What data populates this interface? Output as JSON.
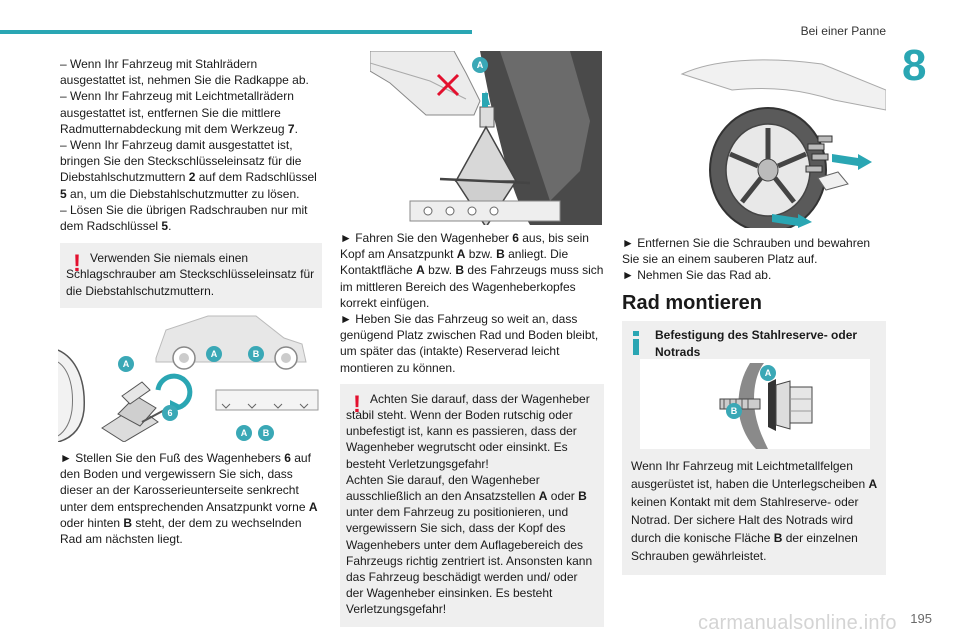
{
  "header": {
    "section_title": "Bei einer Panne",
    "chapter": "8"
  },
  "page_number": "195",
  "watermark": "carmanualsonline.info",
  "col1": {
    "p1": "– Wenn Ihr Fahrzeug mit Stahlrädern ausgestattet ist, nehmen Sie die Radkappe ab.",
    "p2a": "– Wenn Ihr Fahrzeug mit Leichtmetallrädern ausgestattet ist, entfernen Sie die mittlere Radmutternabdeckung mit dem Werkzeug ",
    "p2b": "7",
    "p2c": ".",
    "p3a": "– Wenn Ihr Fahrzeug damit ausgestattet ist, bringen Sie den Steckschlüsseleinsatz für die Diebstahlschutzmuttern ",
    "p3b": "2",
    "p3c": " auf dem Radschlüssel ",
    "p3d": "5",
    "p3e": " an, um die Diebstahlschutzmutter zu lösen.",
    "p4a": "– Lösen Sie die übrigen Radschrauben nur mit dem Radschlüssel ",
    "p4b": "5",
    "p4c": ".",
    "warning": "Verwenden Sie niemals einen Schlagschrauber am Steckschlüsseleinsatz für die Diebstahlschutzmuttern.",
    "s1a": "► Stellen Sie den Fuß des Wagenhebers ",
    "s1b": "6",
    "s1c": " auf den Boden und vergewissern Sie sich, dass dieser an der Karosserieunterseite senkrecht unter dem entsprechenden Ansatzpunkt vorne ",
    "s1d": "A",
    "s1e": " oder hinten ",
    "s1f": "B",
    "s1g": " steht, der dem zu wechselnden Rad am nächsten liegt."
  },
  "col2": {
    "s2a": "► Fahren Sie den Wagenheber ",
    "s2b": "6",
    "s2c": " aus, bis sein Kopf am Ansatzpunkt ",
    "s2d": "A",
    "s2e": " bzw. ",
    "s2f": "B",
    "s2g": " anliegt. Die Kontaktfläche ",
    "s2h": "A",
    "s2i": " bzw. ",
    "s2j": "B",
    "s2k": " des Fahrzeugs muss sich im mittleren Bereich des Wagenheberkopfes korrekt einfügen.",
    "s3": "► Heben Sie das Fahrzeug so weit an, dass genügend Platz zwischen Rad und Boden bleibt, um später das (intakte) Reserverad leicht montieren zu können.",
    "w1": "Achten Sie darauf, dass der Wagenheber stabil steht. Wenn der Boden rutschig oder unbefestigt ist, kann es passieren, dass der Wagenheber wegrutscht oder einsinkt. Es besteht Verletzungsgefahr!",
    "w2a": "Achten Sie darauf, den Wagenheber ausschließlich an den Ansatzstellen ",
    "w2b": "A",
    "w2c": " oder ",
    "w2d": "B",
    "w2e": " unter dem Fahrzeug zu positionieren, und vergewissern Sie sich, dass der Kopf des Wagenhebers unter dem Auflagebereich des Fahrzeugs richtig zentriert ist. Ansonsten kann das Fahrzeug beschädigt werden und/ oder der Wagenheber einsinken. Es besteht Verletzungsgefahr!"
  },
  "col3": {
    "s4": "► Entfernen Sie die Schrauben und bewahren Sie sie an einem sauberen Platz auf.",
    "s5": "► Nehmen Sie das Rad ab.",
    "heading": "Rad montieren",
    "info_title": "Befestigung des Stahlreserve- oder Notrads",
    "info_a": "Wenn Ihr Fahrzeug mit Leichtmetallfelgen ausgerüstet ist, haben die Unterlegscheiben ",
    "info_b": "A",
    "info_c": " keinen Kontakt mit dem Stahlreserve- oder Notrad. Der sichere Halt des Notrads wird durch die konische Fläche ",
    "info_d": "B",
    "info_e": " der einzelnen Schrauben gewährleistet."
  },
  "figures": {
    "jack_points": {
      "labels": [
        "A",
        "B",
        "A",
        "6",
        "A",
        "B"
      ]
    },
    "jack_head": {
      "labels": [
        "A"
      ]
    },
    "bolt": {
      "labels": [
        "A",
        "B"
      ]
    }
  },
  "colors": {
    "accent": "#2aa6b3",
    "warning": "#e3102e",
    "box_bg": "#efefef",
    "figure_label_bg": "#3aa8b6"
  }
}
